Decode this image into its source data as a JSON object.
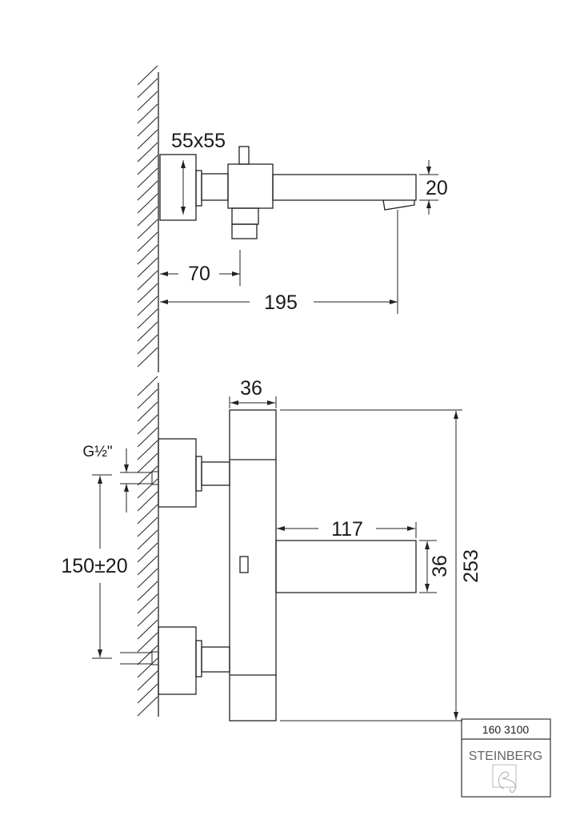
{
  "top_view": {
    "flange_size": "55x55",
    "spout_height": "20",
    "diverter_offset": "70",
    "spout_projection": "195"
  },
  "front_view": {
    "body_width": "36",
    "thread": "G½\"",
    "inlet_spacing": "150±20",
    "spout_length": "117",
    "spout_height": "36",
    "total_height": "253"
  },
  "title_block": {
    "article_number": "160 3100",
    "brand": "STEINBERG"
  }
}
